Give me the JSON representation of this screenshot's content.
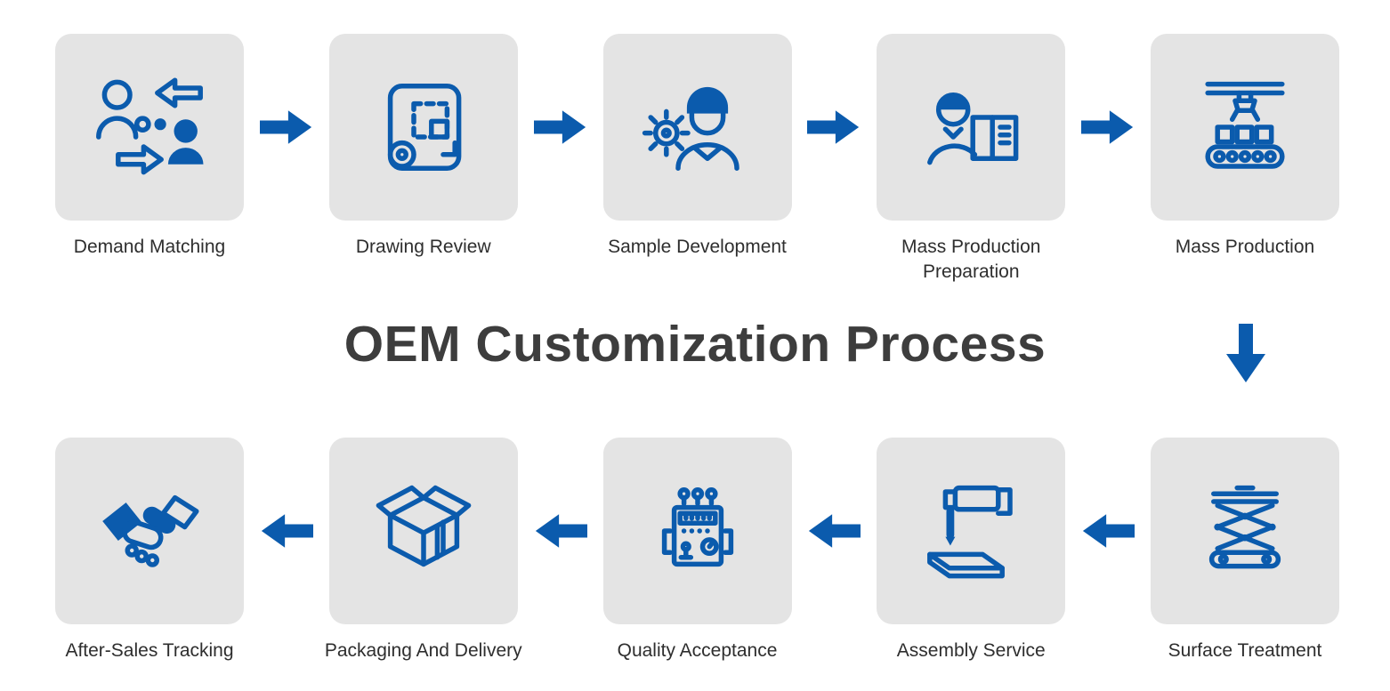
{
  "title": "OEM Customization Process",
  "colors": {
    "primary": "#0B5BAD",
    "box_bg": "#E4E4E4",
    "title_text": "#3D3D3D",
    "label_text": "#2E2E2E"
  },
  "top_row": [
    {
      "label": "Demand Matching",
      "icon": "demand-matching-icon"
    },
    {
      "label": "Drawing Review",
      "icon": "drawing-review-icon"
    },
    {
      "label": "Sample Development",
      "icon": "sample-development-icon"
    },
    {
      "label": "Mass Production Preparation",
      "icon": "mass-production-preparation-icon"
    },
    {
      "label": "Mass Production",
      "icon": "mass-production-icon"
    }
  ],
  "bottom_row": [
    {
      "label": "After-Sales Tracking",
      "icon": "after-sales-tracking-icon"
    },
    {
      "label": "Packaging And Delivery",
      "icon": "packaging-and-delivery-icon"
    },
    {
      "label": "Quality Acceptance",
      "icon": "quality-acceptance-icon"
    },
    {
      "label": "Assembly Service",
      "icon": "assembly-service-icon"
    },
    {
      "label": "Surface Treatment",
      "icon": "surface-treatment-icon"
    }
  ]
}
